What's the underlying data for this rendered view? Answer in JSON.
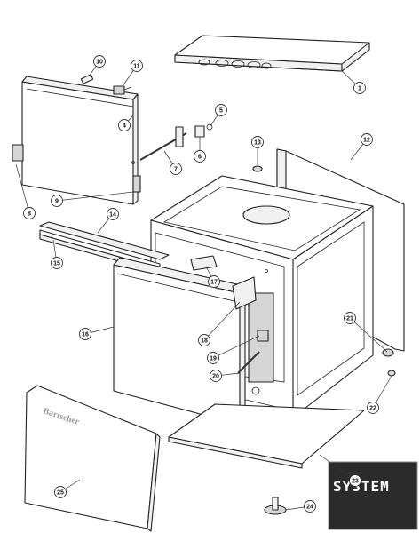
{
  "diagram": {
    "brand_label": "Bartscher",
    "watermark_text": "SYSTEM",
    "callouts": [
      {
        "id": "1",
        "label": "1"
      },
      {
        "id": "4",
        "label": "4"
      },
      {
        "id": "5",
        "label": "5"
      },
      {
        "id": "6",
        "label": "6"
      },
      {
        "id": "7",
        "label": "7"
      },
      {
        "id": "8",
        "label": "8"
      },
      {
        "id": "9",
        "label": "9"
      },
      {
        "id": "10",
        "label": "10"
      },
      {
        "id": "11",
        "label": "11"
      },
      {
        "id": "12",
        "label": "12"
      },
      {
        "id": "13",
        "label": "13"
      },
      {
        "id": "14",
        "label": "14"
      },
      {
        "id": "15",
        "label": "15"
      },
      {
        "id": "16",
        "label": "16"
      },
      {
        "id": "17",
        "label": "17"
      },
      {
        "id": "18",
        "label": "18"
      },
      {
        "id": "19",
        "label": "19"
      },
      {
        "id": "20",
        "label": "20"
      },
      {
        "id": "21",
        "label": "21"
      },
      {
        "id": "22",
        "label": "22"
      },
      {
        "id": "23",
        "label": "23"
      },
      {
        "id": "24",
        "label": "24"
      },
      {
        "id": "25",
        "label": "25"
      }
    ]
  }
}
